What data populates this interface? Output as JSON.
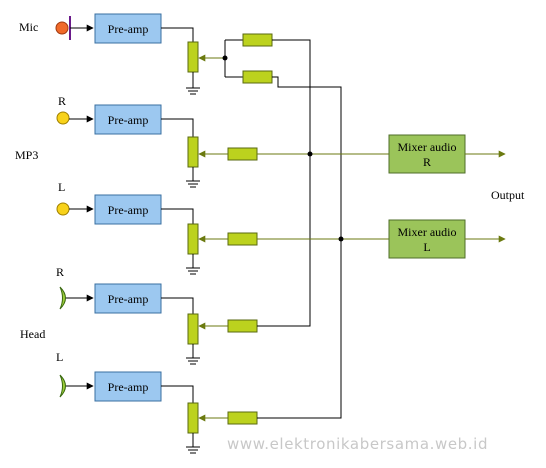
{
  "labels": {
    "mic": "Mic",
    "mp3": "MP3",
    "head": "Head",
    "mp3_r": "R",
    "mp3_l": "L",
    "head_r": "R",
    "head_l": "L",
    "output": "Output"
  },
  "preamp_label": "Pre-amp",
  "mixers": {
    "r": {
      "line1": "Mixer audio",
      "line2": "R"
    },
    "l": {
      "line1": "Mixer audio",
      "line2": "L"
    }
  },
  "watermark": "www.elektronikabersama.web.id",
  "colors": {
    "wire_dark": "#000000",
    "wire_olive": "#6b7a10",
    "preamp_fill": "#9cc8f0",
    "preamp_stroke": "#3a6fa0",
    "resistor_fill": "#bcd21e",
    "resistor_stroke": "#5a6a10",
    "mixer_fill": "#9bc45a",
    "mixer_stroke": "#4f6e2a",
    "mic_fill": "#f06a2a",
    "mp3_jack_fill": "#f8d21a",
    "headphone_fill": "#9ccc3a"
  }
}
